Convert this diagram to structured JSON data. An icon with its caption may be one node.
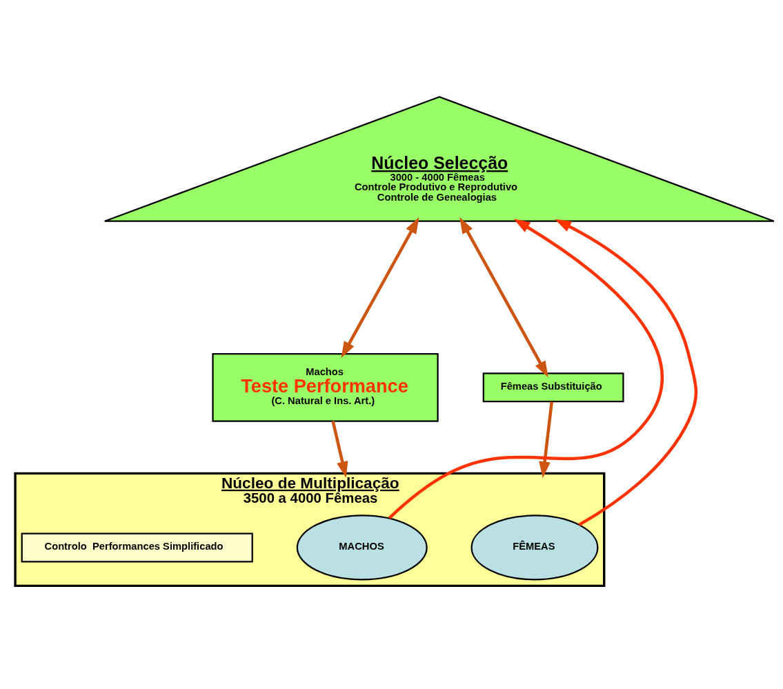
{
  "diagram": {
    "nodes": [
      {
        "text": [
          "Núcleo Selecção",
          "3000 - 4000 Fêmeas",
          "Controle Produtivo e Reprodutivo",
          "Controle de Genealogias"
        ]
      },
      {
        "text": [
          "Machos",
          "Teste Performance",
          "(C. Natural e Ins. Art.)"
        ]
      },
      {
        "text": [
          "Fêmeas Substituição"
        ]
      },
      {
        "text": [
          "Núcleo de Multiplicação",
          "3500 a 4000 Fêmeas"
        ]
      },
      {
        "text": [
          "MACHOS"
        ],
        "in": 3
      },
      {
        "text": [
          "FÊMEAS"
        ],
        "in": 3
      },
      {
        "text": [
          "Controlo  Performances Simplificado"
        ],
        "in": 3
      }
    ],
    "edges": [
      {
        "from": 0,
        "to": 1,
        "arrow": "both"
      },
      {
        "from": 1,
        "to": 3,
        "arrow": "to"
      },
      {
        "from": 0,
        "to": 2,
        "arrow": "both"
      },
      {
        "from": 2,
        "to": 3,
        "arrow": "to"
      },
      {
        "from": 4,
        "to": 0,
        "arrow": "to",
        "color": "#ff3300"
      },
      {
        "from": 5,
        "to": 0,
        "arrow": "to",
        "color": "#ff3300"
      }
    ]
  }
}
